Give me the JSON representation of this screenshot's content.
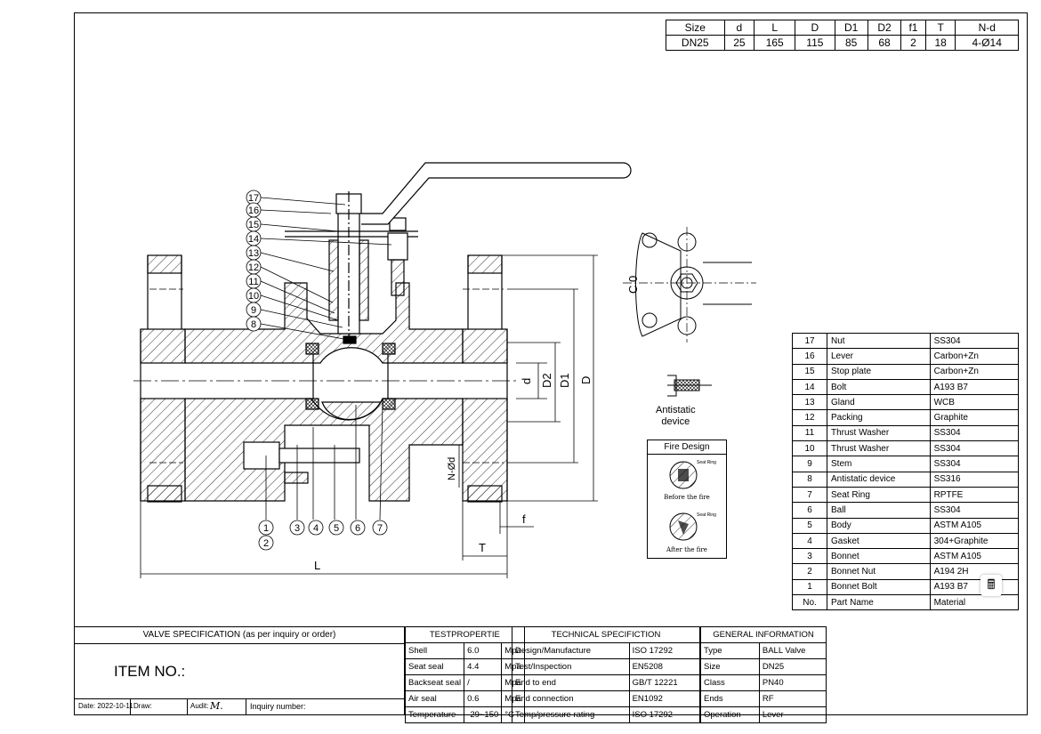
{
  "size_table": {
    "headers": [
      "Size",
      "d",
      "L",
      "D",
      "D1",
      "D2",
      "f1",
      "T",
      "N-d"
    ],
    "values": [
      "DN25",
      "25",
      "165",
      "115",
      "85",
      "68",
      "2",
      "18",
      "4-Ø14"
    ]
  },
  "callouts": [
    "1",
    "2",
    "3",
    "4",
    "5",
    "6",
    "7",
    "8",
    "9",
    "10",
    "11",
    "12",
    "13",
    "14",
    "15",
    "16",
    "17"
  ],
  "dimensions": {
    "d": "d",
    "D2": "D2",
    "D1": "D1",
    "D": "D",
    "Nd": "N-Ød",
    "f": "f",
    "T": "T",
    "L": "L",
    "C0": "C 0"
  },
  "antistatic": {
    "line1": "Antistatic",
    "line2": "device"
  },
  "fire_design": {
    "title": "Fire Design",
    "seat_label_1": "Seat Ring",
    "caption_1": "Before the fire",
    "seat_label_2": "Seat Ring",
    "caption_2": "After the fire"
  },
  "parts": {
    "rows": [
      {
        "no": "17",
        "name": "Nut",
        "material": "SS304"
      },
      {
        "no": "16",
        "name": "Lever",
        "material": "Carbon+Zn"
      },
      {
        "no": "15",
        "name": "Stop plate",
        "material": "Carbon+Zn"
      },
      {
        "no": "14",
        "name": "Bolt",
        "material": "A193 B7"
      },
      {
        "no": "13",
        "name": "Gland",
        "material": "WCB"
      },
      {
        "no": "12",
        "name": "Packing",
        "material": "Graphite"
      },
      {
        "no": "11",
        "name": "Thrust Washer",
        "material": "SS304"
      },
      {
        "no": "10",
        "name": "Thrust Washer",
        "material": "SS304"
      },
      {
        "no": "9",
        "name": "Stem",
        "material": "SS304"
      },
      {
        "no": "8",
        "name": "Antistatic device",
        "material": "SS316"
      },
      {
        "no": "7",
        "name": "Seat Ring",
        "material": "RPTFE"
      },
      {
        "no": "6",
        "name": "Ball",
        "material": "SS304"
      },
      {
        "no": "5",
        "name": "Body",
        "material": "ASTM A105"
      },
      {
        "no": "4",
        "name": "Gasket",
        "material": "304+Graphite"
      },
      {
        "no": "3",
        "name": "Bonnet",
        "material": "ASTM A105"
      },
      {
        "no": "2",
        "name": "Bonnet Nut",
        "material": "A194 2H"
      },
      {
        "no": "1",
        "name": "Bonnet Bolt",
        "material": "A193 B7"
      }
    ],
    "footer": {
      "no": "No.",
      "name": "Part Name",
      "material": "Material"
    }
  },
  "spec": {
    "title": "VALVE SPECIFICATION (as per inquiry or order)",
    "item_no": "ITEM NO.:",
    "date": "Date: 2022-10-11",
    "draw": "Draw:",
    "audit": "Audit:",
    "inquiry": "Inquiry number:"
  },
  "test_properties": {
    "title": "TESTPROPERTIE",
    "rows": [
      {
        "name": "Shell",
        "value": "6.0",
        "unit": "Mpa"
      },
      {
        "name": "Seat seal",
        "value": "4.4",
        "unit": "Mpa"
      },
      {
        "name": "Backseat seal",
        "value": "/",
        "unit": "Mpa"
      },
      {
        "name": "Air seal",
        "value": "0.6",
        "unit": "Mpa"
      },
      {
        "name": "Temperature",
        "value": "-29~150",
        "unit": "°C"
      }
    ]
  },
  "technical": {
    "title": "TECHNICAL SPECIFICTION",
    "rows": [
      {
        "name": "Design/Manufacture",
        "value": "ISO 17292"
      },
      {
        "name": "Test/Inspection",
        "value": "EN5208"
      },
      {
        "name": "End to end",
        "value": "GB/T 12221"
      },
      {
        "name": "End connection",
        "value": "EN1092"
      },
      {
        "name": "Temp/pressure rating",
        "value": "ISO 17292"
      }
    ]
  },
  "general": {
    "title": "GENERAL INFORMATION",
    "rows": [
      {
        "name": "Type",
        "value": "BALL Valve"
      },
      {
        "name": "Size",
        "value": "DN25"
      },
      {
        "name": "Class",
        "value": "PN40"
      },
      {
        "name": "Ends",
        "value": "RF"
      },
      {
        "name": "Operation",
        "value": "Lever"
      }
    ]
  },
  "icons": {
    "calculator": "calculator-icon"
  }
}
